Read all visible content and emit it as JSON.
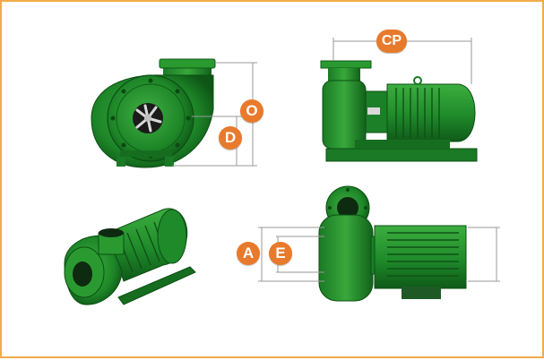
{
  "labels": {
    "cp": "CP",
    "o": "O",
    "d": "D",
    "a": "A",
    "e": "E"
  },
  "colors": {
    "border": "#f0ab48",
    "badge": "#e87a2c",
    "pump_green": "#1f8a2a",
    "pump_dark": "#0f5a18",
    "dimension_line": "#9a9a9a"
  },
  "icons": [
    "pump-front-view",
    "pump-side-view",
    "pump-isometric-view",
    "pump-top-view"
  ]
}
